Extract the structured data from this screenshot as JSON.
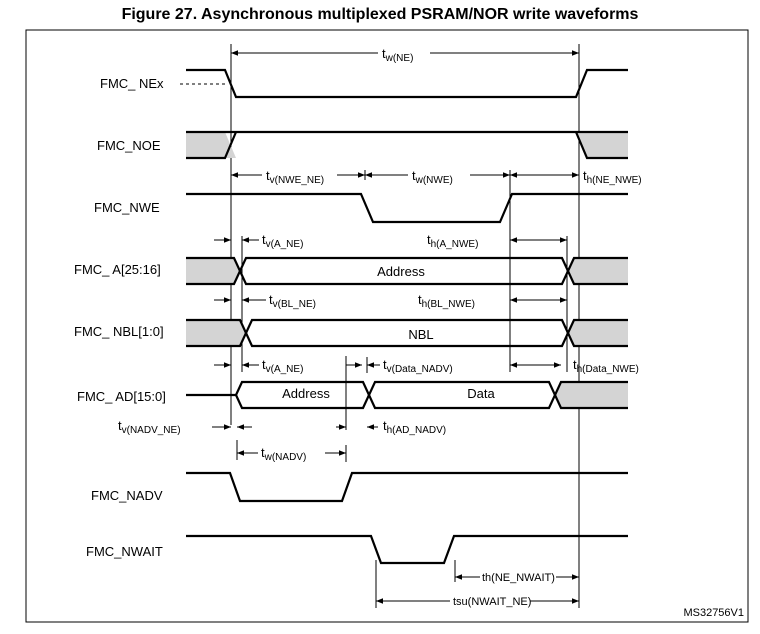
{
  "title": "Figure 27. Asynchronous multiplexed PSRAM/NOR write waveforms",
  "signals": {
    "nex": "FMC_  NEx",
    "noe": "FMC_NOE",
    "nwe": "FMC_NWE",
    "addr": "FMC_  A[25:16]",
    "nbl": "FMC_  NBL[1:0]",
    "ad": "FMC_  AD[15:0]",
    "nadv": "FMC_NADV",
    "nwait": "FMC_NWAIT"
  },
  "bus_values": {
    "address": "Address",
    "nbl": "NBL",
    "ad_address": "Address",
    "ad_data": "Data"
  },
  "timings": {
    "tw_ne": {
      "main": "t",
      "sub": "w(NE)"
    },
    "tv_nwe_ne": {
      "main": "t",
      "sub": "v(NWE_NE)"
    },
    "tw_nwe": {
      "main": "t",
      "sub": "w(NWE)"
    },
    "th_ne_nwe": {
      "main": "t",
      "sub": "h(NE_NWE)"
    },
    "tv_a_ne": {
      "main": "t",
      "sub": "v(A_NE)"
    },
    "th_a_nwe": {
      "main": "t",
      "sub": "h(A_NWE)"
    },
    "tv_bl_ne": {
      "main": "t",
      "sub": "v(BL_NE)"
    },
    "th_bl_nwe": {
      "main": "t",
      "sub": "h(BL_NWE)"
    },
    "tv_a_ne2": {
      "main": "t",
      "sub": "v(A_NE)"
    },
    "tv_data_nadv": {
      "main": "t",
      "sub": "v(Data_NADV)"
    },
    "th_data_nwe": {
      "main": "t",
      "sub": "h(Data_NWE)"
    },
    "tv_nadv_ne": {
      "main": "t",
      "sub": "v(NADV_NE)"
    },
    "th_ad_nadv": {
      "main": "t",
      "sub": "h(AD_NADV)"
    },
    "tw_nadv": {
      "main": "t",
      "sub": "w(NADV)"
    },
    "th_ne_nwait": "th(NE_NWAIT)",
    "tsu_nwait_ne": "tsu(NWAIT_NE)"
  },
  "figure_id": "MS32756V1",
  "colors": {
    "shade": "#d4d4d4",
    "line": "#000000"
  }
}
